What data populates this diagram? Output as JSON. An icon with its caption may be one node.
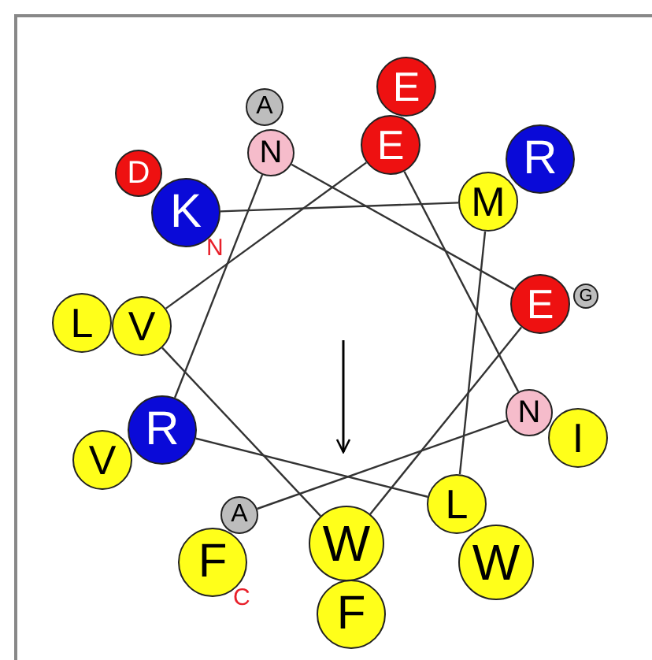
{
  "diagram": {
    "nodes": [
      {
        "text": [
          "E"
        ]
      },
      {
        "text": [
          "A"
        ]
      },
      {
        "text": [
          "E"
        ]
      },
      {
        "text": [
          "N"
        ]
      },
      {
        "text": [
          "R"
        ]
      },
      {
        "text": [
          "D"
        ]
      },
      {
        "text": [
          "M"
        ]
      },
      {
        "text": [
          "K"
        ]
      },
      {
        "text": [
          "E"
        ]
      },
      {
        "text": [
          "G"
        ]
      },
      {
        "text": [
          "L"
        ]
      },
      {
        "text": [
          "V"
        ]
      },
      {
        "text": [
          "R"
        ]
      },
      {
        "text": [
          "N"
        ]
      },
      {
        "text": [
          "I"
        ]
      },
      {
        "text": [
          "V"
        ]
      },
      {
        "text": [
          "L"
        ]
      },
      {
        "text": [
          "A"
        ]
      },
      {
        "text": [
          "W"
        ]
      },
      {
        "text": [
          "W"
        ]
      },
      {
        "text": [
          "F"
        ]
      },
      {
        "text": [
          "F"
        ]
      }
    ],
    "edges": [
      {
        "from": 7,
        "to": 6,
        "arrow": "none"
      },
      {
        "from": 6,
        "to": 16,
        "arrow": "none"
      },
      {
        "from": 16,
        "to": 12,
        "arrow": "none"
      },
      {
        "from": 12,
        "to": 3,
        "arrow": "none"
      },
      {
        "from": 3,
        "to": 8,
        "arrow": "none"
      },
      {
        "from": 8,
        "to": 18,
        "arrow": "none"
      },
      {
        "from": 18,
        "to": 11,
        "arrow": "none"
      },
      {
        "from": 11,
        "to": 2,
        "arrow": "none"
      },
      {
        "from": 2,
        "to": 13,
        "arrow": "none"
      },
      {
        "from": 13,
        "to": 17,
        "arrow": "none"
      }
    ],
    "labels": [
      "N",
      "C"
    ]
  }
}
